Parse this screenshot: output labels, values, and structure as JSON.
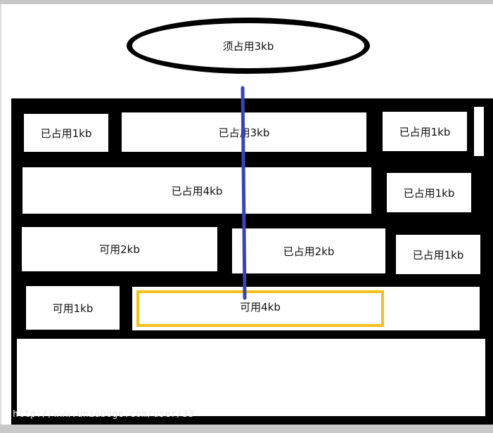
{
  "request": {
    "label": "须占用3kb"
  },
  "blocks": {
    "b1": "已占用1kb",
    "b2": "已占用3kb",
    "b3": "已占用1kb",
    "b4": "已占用4kb",
    "b5": "已占用1kb",
    "b6": "可用2kb",
    "b7": "已占用2kb",
    "b8": "已占用1kb",
    "b9": "可用1kb",
    "b10": "可用4kb"
  },
  "colors": {
    "outline": "#000000",
    "pointer_line": "#3a44b8",
    "highlight": "#f2c11a"
  },
  "watermark": "http://www.uniaboge.com/user/33"
}
